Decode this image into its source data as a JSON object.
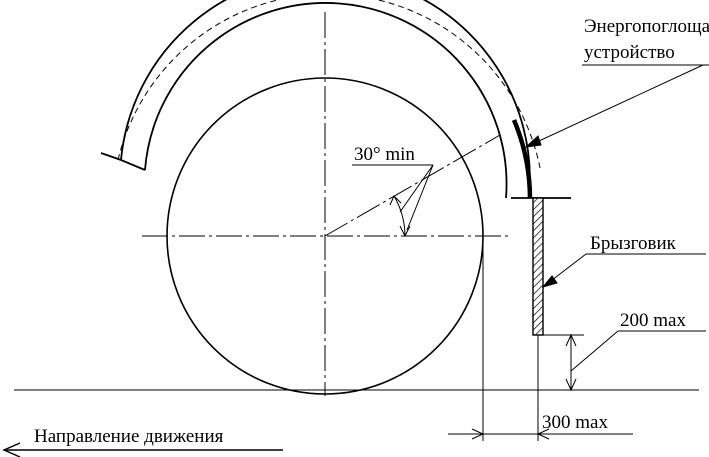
{
  "labels": {
    "energy_device_line1": "Энергопоглощающее",
    "energy_device_line2": "устройство",
    "angle": "30° min",
    "mudflap": "Брызговик",
    "height_max": "200 max",
    "width_max": "300 max",
    "direction": "Направление движения"
  },
  "colors": {
    "stroke": "#000000",
    "background": "#ffffff"
  }
}
